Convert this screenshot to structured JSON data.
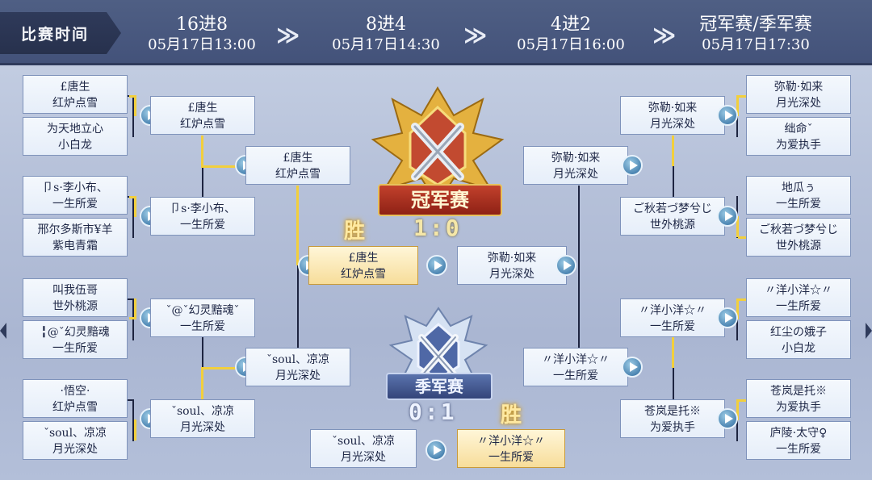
{
  "header": {
    "time_label": "比赛时间",
    "rounds": [
      {
        "name": "16进8",
        "time": "05月17日13:00"
      },
      {
        "name": "8进4",
        "time": "05月17日14:30"
      },
      {
        "name": "4进2",
        "time": "05月17日16:00"
      },
      {
        "name": "冠军赛/季军赛",
        "time": "05月17日17:30"
      }
    ],
    "arrow": "≫"
  },
  "left_r16": [
    {
      "name": "£唐生",
      "team": "红炉点雪"
    },
    {
      "name": "为天地立心",
      "team": "小白龙"
    },
    {
      "name": "卩s·李小布、",
      "team": "一生所爱"
    },
    {
      "name": "邢尔多斯市¥羊",
      "team": "紫电青霜"
    },
    {
      "name": "叫我伍哥",
      "team": "世外桃源"
    },
    {
      "name": "╏@ˇ幻灵黯魂",
      "team": "一生所爱"
    },
    {
      "name": "·悟空·",
      "team": "红炉点雪"
    },
    {
      "name": "ˇsoul、凉凉",
      "team": "月光深处"
    }
  ],
  "left_qf": [
    {
      "name": "£唐生",
      "team": "红炉点雪"
    },
    {
      "name": "卩s·李小布、",
      "team": "一生所爱"
    },
    {
      "name": "ˇ@ˇ幻灵黯魂ˇ",
      "team": "一生所爱"
    },
    {
      "name": "ˇsoul、凉凉",
      "team": "月光深处"
    }
  ],
  "left_sf": [
    {
      "name": "£唐生",
      "team": "红炉点雪"
    },
    {
      "name": "ˇsoul、凉凉",
      "team": "月光深处"
    }
  ],
  "right_r16": [
    {
      "name": "弥勒·如来",
      "team": "月光深处"
    },
    {
      "name": "绌命ˇ",
      "team": "为爱执手"
    },
    {
      "name": "地瓜ぅ",
      "team": "一生所爱"
    },
    {
      "name": "ご秋若づ梦兮じ",
      "team": "世外桃源"
    },
    {
      "name": "〃洋小洋☆〃",
      "team": "一生所爱"
    },
    {
      "name": "红尘の娥子",
      "team": "小白龙"
    },
    {
      "name": "苍岚是托※",
      "team": "为爱执手"
    },
    {
      "name": "庐陵·太守♀",
      "team": "一生所爱"
    }
  ],
  "right_qf": [
    {
      "name": "弥勒·如来",
      "team": "月光深处"
    },
    {
      "name": "ご秋若づ梦兮じ",
      "team": "世外桃源"
    },
    {
      "name": "〃洋小洋☆〃",
      "team": "一生所爱"
    },
    {
      "name": "苍岚是托※",
      "team": "为爱执手"
    }
  ],
  "right_sf": [
    {
      "name": "弥勒·如来",
      "team": "月光深处"
    },
    {
      "name": "〃洋小洋☆〃",
      "team": "一生所爱"
    }
  ],
  "final": {
    "title": "冠军赛",
    "score": "1:0",
    "win_tag": "胜",
    "left": {
      "name": "£唐生",
      "team": "红炉点雪"
    },
    "right": {
      "name": "弥勒·如来",
      "team": "月光深处"
    }
  },
  "third_place": {
    "title": "季军赛",
    "score": "0:1",
    "win_tag": "胜",
    "left": {
      "name": "ˇsoul、凉凉",
      "team": "月光深处"
    },
    "right": {
      "name": "〃洋小洋☆〃",
      "team": "一生所爱"
    }
  },
  "colors": {
    "header": "#4b5a80",
    "gold_line": "#f2cf3c",
    "line": "#1d2440",
    "accent_blue": "#4d86b3"
  }
}
